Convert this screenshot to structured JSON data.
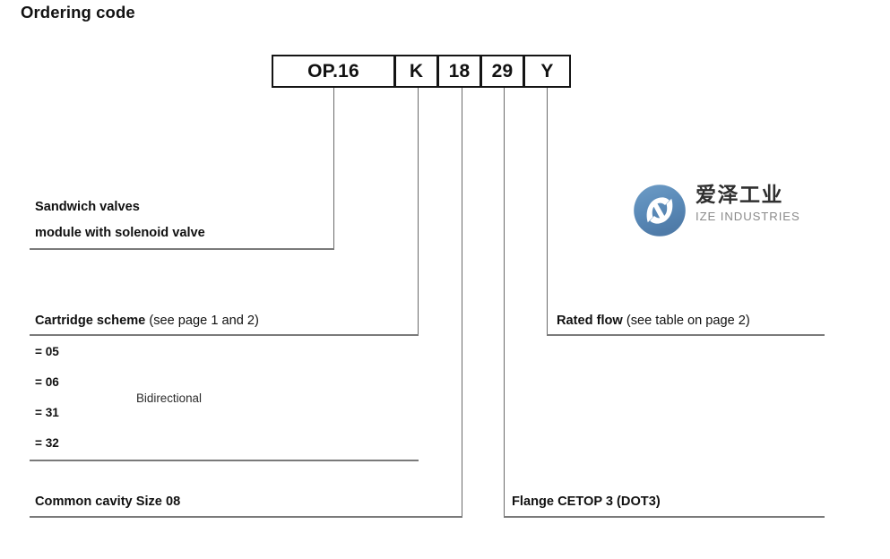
{
  "page": {
    "title": "Ordering code"
  },
  "code_boxes": [
    {
      "value": "OP.16",
      "name": "code-segment-family"
    },
    {
      "value": "K",
      "name": "code-segment-cavity"
    },
    {
      "value": "18",
      "name": "code-segment-cartridge"
    },
    {
      "value": "29",
      "name": "code-segment-flange"
    },
    {
      "value": "Y",
      "name": "code-segment-rated-flow"
    }
  ],
  "labels": {
    "product_line1": "Sandwich valves",
    "product_line2": "module with solenoid valve",
    "cartridge_scheme_bold": "Cartridge scheme",
    "cartridge_scheme_note": "(see page 1 and 2)",
    "common_cavity": "Common cavity Size 08",
    "rated_flow_bold": "Rated flow",
    "rated_flow_note": "(see table on page 2)",
    "flange": "Flange CETOP 3 (DOT3)"
  },
  "cartridge_options": [
    {
      "code": "= 05"
    },
    {
      "code": "= 06"
    },
    {
      "code": "= 31"
    },
    {
      "code": "= 32"
    }
  ],
  "cartridge_option_note": "Bidirectional",
  "logo": {
    "cn": "爱泽工业",
    "en": "IZE INDUSTRIES",
    "circle_color": "#5a8ab8",
    "mark_color": "#ffffff"
  },
  "colors": {
    "ink": "#111111",
    "line": "#6b6b6b",
    "rule": "#7a7a7a",
    "box_border": "#141414"
  }
}
